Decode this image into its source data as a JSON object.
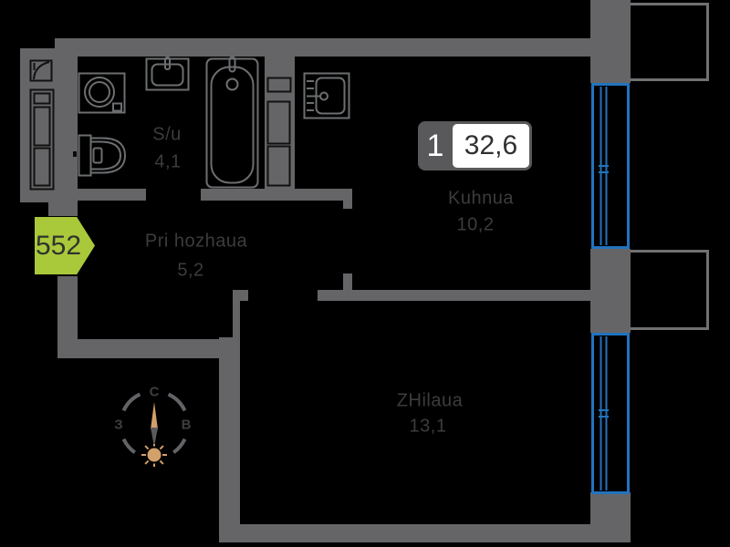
{
  "apartment_number": "552",
  "badge": {
    "rooms": "1",
    "area": "32,6"
  },
  "rooms": {
    "bathroom": {
      "label": "S/u",
      "area": "4,1"
    },
    "hallway": {
      "label": "Pri hozhaua",
      "area": "5,2"
    },
    "kitchen": {
      "label": "Kuhnua",
      "area": "10,2"
    },
    "living": {
      "label": "ZHilaua",
      "area": "13,1"
    }
  },
  "compass": {
    "north": "С",
    "west": "З",
    "east": "В"
  },
  "colors": {
    "wall": "#656567",
    "window_blue": "#2273BE",
    "accent_green": "#A9C93B",
    "badge_gray": "#59595B",
    "needle_tan": "#D2A06A",
    "label_text": "#3C3C3E"
  }
}
